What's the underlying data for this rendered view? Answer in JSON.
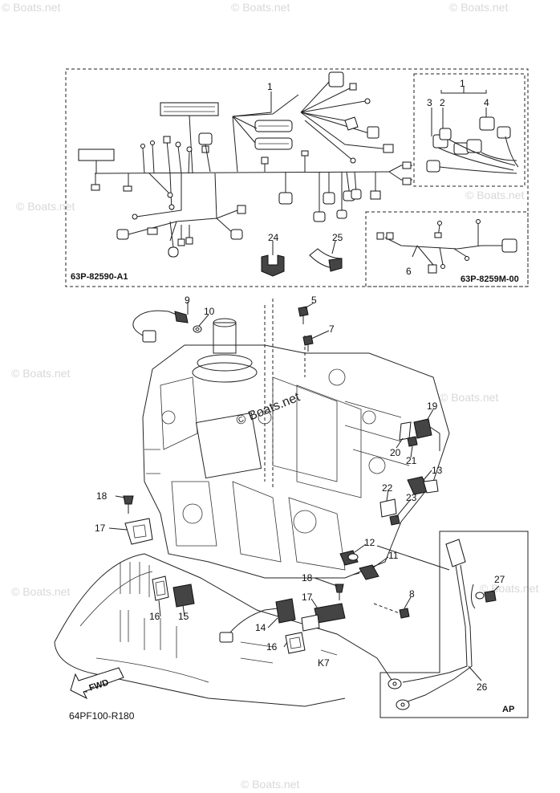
{
  "kits": [
    {
      "code": "63P-82590-A1"
    },
    {
      "code": "63P-8259M-00"
    }
  ],
  "figure_code": "64PF100-R180",
  "fwd_label": "FWD",
  "ap_label": "AP",
  "watermark": "© Boats.net",
  "callouts": [
    {
      "label": "1"
    },
    {
      "label": "1"
    },
    {
      "label": "2"
    },
    {
      "label": "3"
    },
    {
      "label": "4"
    },
    {
      "label": "5"
    },
    {
      "label": "6"
    },
    {
      "label": "7"
    },
    {
      "label": "8"
    },
    {
      "label": "9"
    },
    {
      "label": "10"
    },
    {
      "label": "11"
    },
    {
      "label": "12"
    },
    {
      "label": "13"
    },
    {
      "label": "14"
    },
    {
      "label": "15"
    },
    {
      "label": "16"
    },
    {
      "label": "16"
    },
    {
      "label": "17"
    },
    {
      "label": "17"
    },
    {
      "label": "18"
    },
    {
      "label": "18"
    },
    {
      "label": "19"
    },
    {
      "label": "20"
    },
    {
      "label": "21"
    },
    {
      "label": "22"
    },
    {
      "label": "23"
    },
    {
      "label": "24"
    },
    {
      "label": "25"
    },
    {
      "label": "26"
    },
    {
      "label": "27"
    }
  ]
}
